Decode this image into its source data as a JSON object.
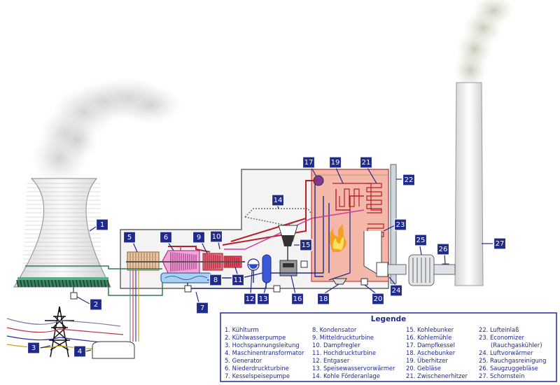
{
  "diagram": {
    "labels": [
      {
        "id": "1",
        "num": "1"
      },
      {
        "id": "2",
        "num": "2"
      },
      {
        "id": "3",
        "num": "3"
      },
      {
        "id": "4",
        "num": "4"
      },
      {
        "id": "5",
        "num": "5"
      },
      {
        "id": "6",
        "num": "6"
      },
      {
        "id": "7",
        "num": "7"
      },
      {
        "id": "8",
        "num": "8"
      },
      {
        "id": "9",
        "num": "9"
      },
      {
        "id": "10",
        "num": "10"
      },
      {
        "id": "11",
        "num": "11"
      },
      {
        "id": "12",
        "num": "12"
      },
      {
        "id": "13",
        "num": "13"
      },
      {
        "id": "14",
        "num": "14"
      },
      {
        "id": "15",
        "num": "15"
      },
      {
        "id": "16",
        "num": "16"
      },
      {
        "id": "17",
        "num": "17"
      },
      {
        "id": "18",
        "num": "18"
      },
      {
        "id": "19",
        "num": "19"
      },
      {
        "id": "20",
        "num": "20"
      },
      {
        "id": "21",
        "num": "21"
      },
      {
        "id": "22",
        "num": "22"
      },
      {
        "id": "23",
        "num": "23"
      },
      {
        "id": "24",
        "num": "24"
      },
      {
        "id": "25",
        "num": "25"
      },
      {
        "id": "26",
        "num": "26"
      },
      {
        "id": "27",
        "num": "27"
      }
    ]
  },
  "legend": {
    "title": "Legende",
    "col1": [
      "1. Kühlturm",
      "2. Kühlwasserpumpe",
      "3. Hochspannungsleitung",
      "4. Maschinentransformator",
      "5. Generator",
      "6. Niederdruckturbine",
      "7. Kesselspeisepumpe"
    ],
    "col2": [
      "8. Kondensator",
      "9. Mitteldruckturbine",
      "10. Dampfregler",
      "11. Hochdruckturbine",
      "12. Entgaser",
      "13. Speisewasservorwärmer",
      "14. Kohle Förderanlage"
    ],
    "col3": [
      "15. Kohlebunker",
      "16. Kohlemühle",
      "17. Dampfkessel",
      "18. Aschebunker",
      "19. Überhitzer",
      "20. Gebläse",
      "21. Zwischenerhitzer"
    ],
    "col4": [
      "22. Lufteinlaß",
      "23. Economizer",
      "(Rauchgaskühler)",
      "24. Luftvorwärmer",
      "25. Rauchgasreinigung",
      "26. Saugzuggebläse",
      "27. Schornstein"
    ]
  },
  "colors": {
    "label_bg": "#1f2a8a",
    "steam": "#b5202a",
    "water": "#1f2a8a",
    "cooling": "#2e7a5c",
    "boiler_fill": "#f4b8a8",
    "turbine": "#d23aa0"
  }
}
